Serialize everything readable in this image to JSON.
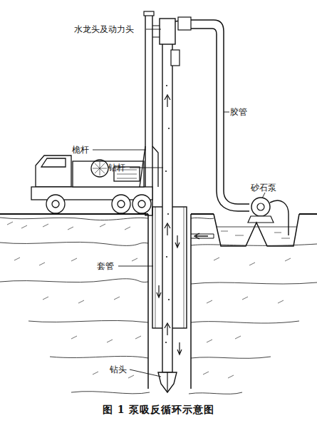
{
  "diagram": {
    "caption": "图 1 泵吸反循环示意图",
    "labels": [
      "水龙头及动力头",
      "胶管",
      "桅杆",
      "钻杆",
      "砂石泵",
      "套管",
      "钻头"
    ]
  }
}
